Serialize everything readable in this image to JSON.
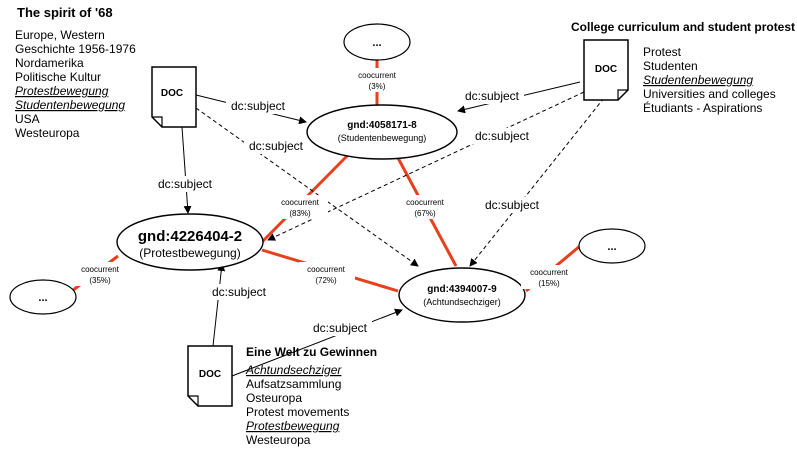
{
  "groups": [
    {
      "title": "The spirit of '68",
      "doc_label": "DOC",
      "items": [
        {
          "text": "Europe, Western",
          "underlined": false
        },
        {
          "text": "Geschichte 1956-1976",
          "underlined": false
        },
        {
          "text": "Nordamerika",
          "underlined": false
        },
        {
          "text": "Politische Kultur",
          "underlined": false
        },
        {
          "text": "Protestbewegung",
          "underlined": true
        },
        {
          "text": "Studentenbewegung",
          "underlined": true
        },
        {
          "text": "USA",
          "underlined": false
        },
        {
          "text": "Westeuropa",
          "underlined": false
        }
      ]
    },
    {
      "title": "College curriculum and student protest",
      "doc_label": "DOC",
      "items": [
        {
          "text": "Protest",
          "underlined": false
        },
        {
          "text": "Studenten",
          "underlined": false
        },
        {
          "text": "Studentenbewegung",
          "underlined": true
        },
        {
          "text": "Universities and colleges",
          "underlined": false
        },
        {
          "text": "Étudiants - Aspirations",
          "underlined": false
        }
      ]
    },
    {
      "title": "Eine Welt zu Gewinnen",
      "doc_label": "DOC",
      "items": [
        {
          "text": "Achtundsechziger",
          "underlined": true
        },
        {
          "text": "Aufsatzsammlung",
          "underlined": false
        },
        {
          "text": "Osteuropa",
          "underlined": false
        },
        {
          "text": "Protest movements",
          "underlined": false
        },
        {
          "text": "Protestbewegung",
          "underlined": true
        },
        {
          "text": "Westeuropa",
          "underlined": false
        }
      ]
    }
  ],
  "nodes": {
    "studenten": {
      "id": "gnd:4058171-8",
      "label": "(Studentenbewegung)"
    },
    "protest": {
      "id": "gnd:4226404-2",
      "label": "(Protestbewegung)"
    },
    "acht": {
      "id": "gnd:4394007-9",
      "label": "(Achtundsechziger)"
    },
    "dots_top": "...",
    "dots_left": "...",
    "dots_right": "..."
  },
  "edge_labels": {
    "doc1_studenten": "dc:subject",
    "doc1_acht": "dc:subject",
    "doc1_protest": "dc:subject",
    "doc2_studenten": "dc:subject",
    "doc2_protest": "dc:subject",
    "doc2_acht": "dc:subject",
    "doc3_protest": "dc:subject",
    "doc3_acht": "dc:subject"
  },
  "cooccurrence": [
    {
      "key": "top_studenten",
      "label": "coocurrent",
      "percent": "(3%)"
    },
    {
      "key": "studenten_protest",
      "label": "coocurrent",
      "percent": "(83%)"
    },
    {
      "key": "studenten_acht",
      "label": "coocurrent",
      "percent": "(67%)"
    },
    {
      "key": "protest_acht",
      "label": "coocurrent",
      "percent": "(72%)"
    },
    {
      "key": "left_protest",
      "label": "coocurrent",
      "percent": "(35%)"
    },
    {
      "key": "acht_right",
      "label": "coocurrent",
      "percent": "(15%)"
    }
  ],
  "colors": {
    "cooccurrence_edge": "#e8401c",
    "edge": "#000000"
  }
}
